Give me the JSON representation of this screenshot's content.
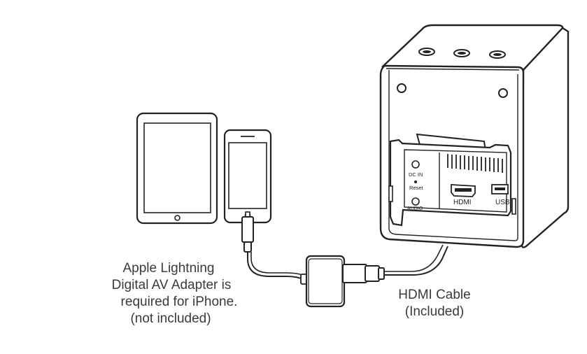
{
  "captions": {
    "adapter": [
      "Apple Lightning",
      "Digital AV Adapter is",
      "required for iPhone.",
      "(not included)"
    ],
    "cable": [
      "HDMI Cable",
      "(Included)"
    ]
  },
  "ports": {
    "dc_in": "DC IN",
    "reset": "Reset",
    "audio": "AUDIO",
    "hdmi": "HDMI",
    "usb": "USB"
  }
}
